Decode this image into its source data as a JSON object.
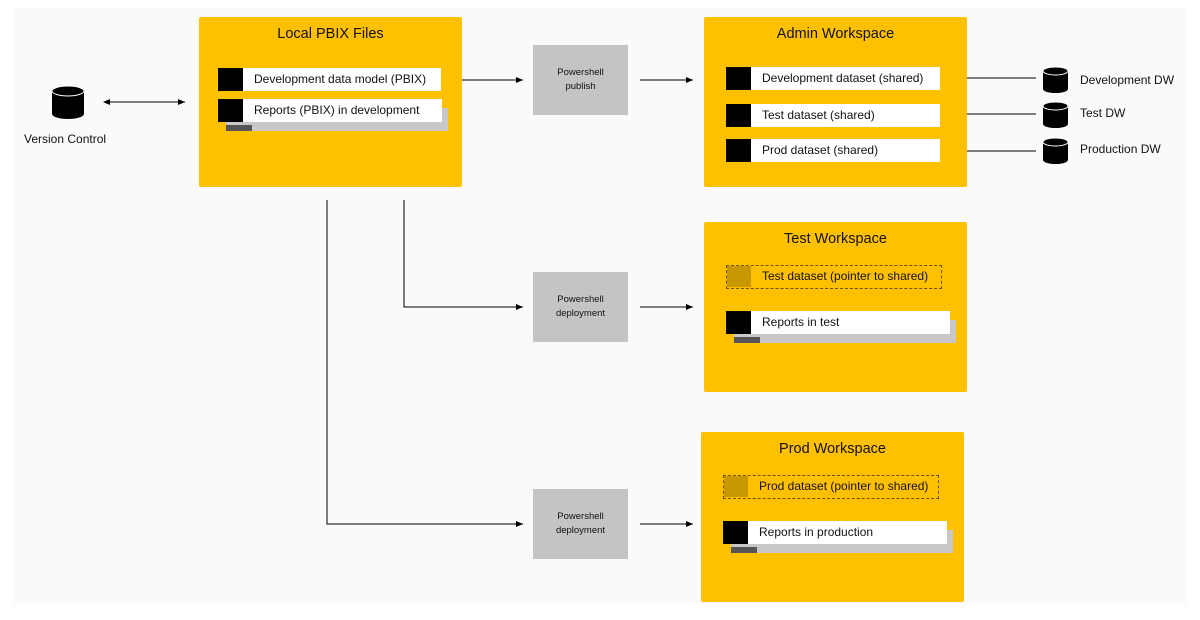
{
  "version_control": {
    "label": "Version  Control"
  },
  "local_panel": {
    "title": "Local PBIX Files",
    "items": [
      {
        "label": "Development data model (PBIX)"
      },
      {
        "label": "Reports (PBIX) in development"
      }
    ]
  },
  "publish_box": {
    "line1": "Powershell",
    "line2": "publish"
  },
  "test_deploy_box": {
    "line1": "Powershell",
    "line2": "deployment"
  },
  "prod_deploy_box": {
    "line1": "Powershell",
    "line2": "deployment"
  },
  "admin_panel": {
    "title": "Admin Workspace",
    "items": [
      {
        "label": "Development dataset (shared)"
      },
      {
        "label": "Test dataset (shared)"
      },
      {
        "label": "Prod dataset (shared)"
      }
    ]
  },
  "test_panel": {
    "title": "Test Workspace",
    "items": [
      {
        "label": "Test dataset (pointer to shared)"
      },
      {
        "label": "Reports in test"
      }
    ]
  },
  "prod_panel": {
    "title": "Prod Workspace",
    "items": [
      {
        "label": "Prod dataset (pointer to shared)"
      },
      {
        "label": "Reports in production"
      }
    ]
  },
  "data_warehouses": [
    {
      "label": "Development DW"
    },
    {
      "label": "Test DW"
    },
    {
      "label": "Production DW"
    }
  ],
  "colors": {
    "panel": "#ffc000",
    "process_box": "#c4c4c4",
    "item_square": "#000000",
    "pointer_square": "#c99700"
  }
}
